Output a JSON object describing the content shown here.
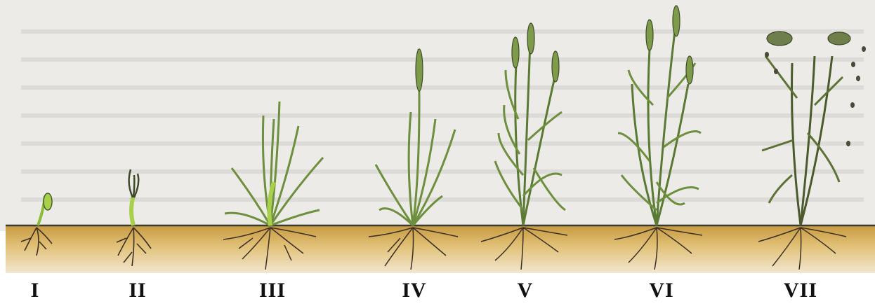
{
  "diagram": {
    "stages": [
      {
        "label": "I"
      },
      {
        "label": "II"
      },
      {
        "label": "III"
      },
      {
        "label": "IV"
      },
      {
        "label": "V"
      },
      {
        "label": "VI"
      },
      {
        "label": "VII"
      }
    ],
    "colors": {
      "background_paper": "#ecebe7",
      "soil_top": "#c79a3f",
      "soil_mid": "#e2c27a",
      "soil_bottom": "#e9dcc0",
      "ground_line": "#3b3a30",
      "leaf": "#6d8f3e",
      "leaf_light": "#a9d04a",
      "stem_dark": "#3f4a2b",
      "root": "#3a2f22"
    }
  }
}
